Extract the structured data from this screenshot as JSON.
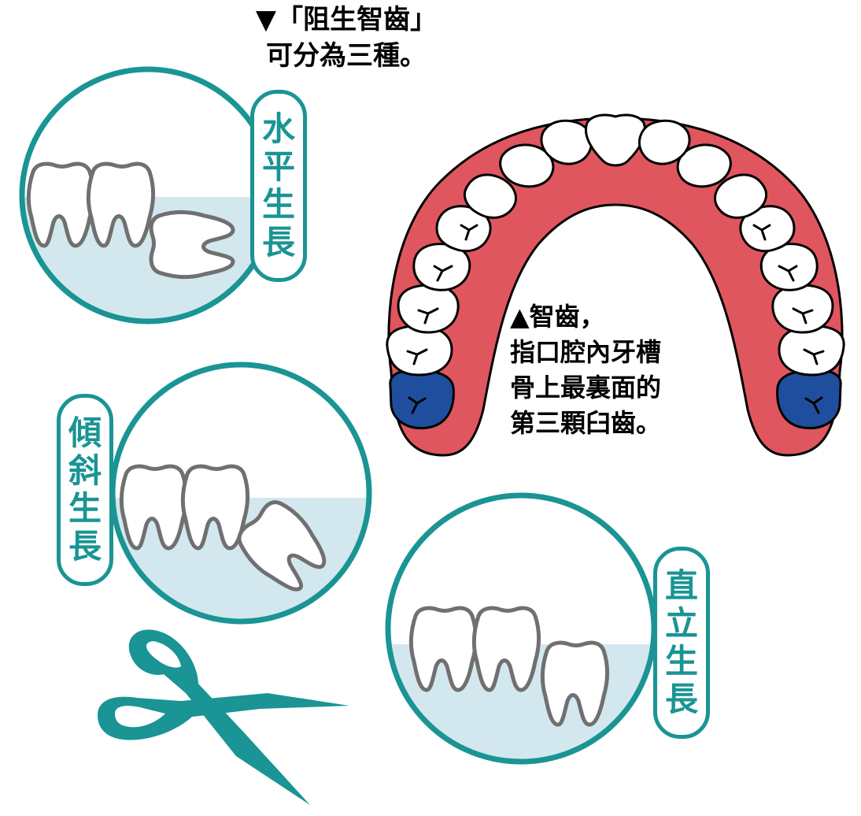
{
  "title": {
    "line1": "▼「阻生智齒」",
    "line2": "可分為三種。"
  },
  "caption": {
    "line1": "▲智齒，",
    "line2": "指口腔內牙槽",
    "line3": "骨上最裏面的",
    "line4": "第三顆臼齒。"
  },
  "labels": {
    "horizontal": [
      "水",
      "平",
      "生",
      "長"
    ],
    "inclined": [
      "傾",
      "斜",
      "生",
      "長"
    ],
    "vertical": [
      "直",
      "立",
      "生",
      "長"
    ]
  },
  "colors": {
    "teal": "#1a9494",
    "gum": "#e0565f",
    "wisdom_tooth": "#1f4e9e",
    "bone": "#d3e8ee",
    "tooth_outline": "#707070"
  }
}
